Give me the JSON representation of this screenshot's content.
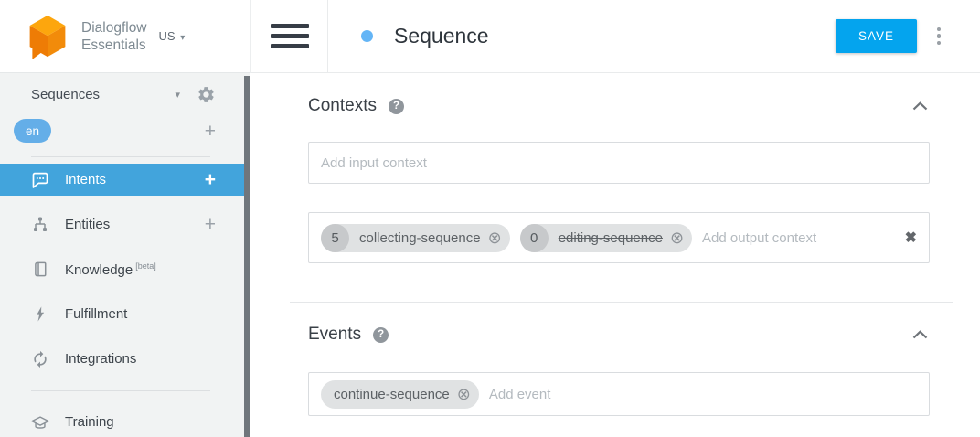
{
  "brand": {
    "line1": "Dialogflow",
    "line2": "Essentials",
    "region": "US"
  },
  "icons": {
    "caret_down": "▾",
    "plus": "+",
    "help": "?",
    "chip_remove": "⊗",
    "clear_x": "✖"
  },
  "sidebar": {
    "agent_name": "Sequences",
    "language": "en",
    "items": [
      {
        "label": "Intents",
        "active": true,
        "has_add": true
      },
      {
        "label": "Entities",
        "active": false,
        "has_add": true
      },
      {
        "label": "Knowledge",
        "beta": "[beta]"
      },
      {
        "label": "Fulfillment"
      },
      {
        "label": "Integrations"
      },
      {
        "label": "Training"
      }
    ]
  },
  "header": {
    "title": "Sequence",
    "save_label": "SAVE"
  },
  "contexts": {
    "title": "Contexts",
    "input_placeholder": "Add input context",
    "output_placeholder": "Add output context",
    "output_chips": [
      {
        "lifespan": "5",
        "name": "collecting-sequence",
        "strikethrough": false
      },
      {
        "lifespan": "0",
        "name": "editing-sequence",
        "strikethrough": true
      }
    ]
  },
  "events": {
    "title": "Events",
    "placeholder": "Add event",
    "chips": [
      {
        "name": "continue-sequence"
      }
    ]
  },
  "colors": {
    "active_item": "#42a4dc",
    "save_button": "#04a4ee",
    "language_badge": "#64aee8",
    "title_dot": "#64b5f6",
    "logo_top": "#fda60d",
    "logo_left": "#ee7c05",
    "logo_right": "#f28b0a"
  }
}
